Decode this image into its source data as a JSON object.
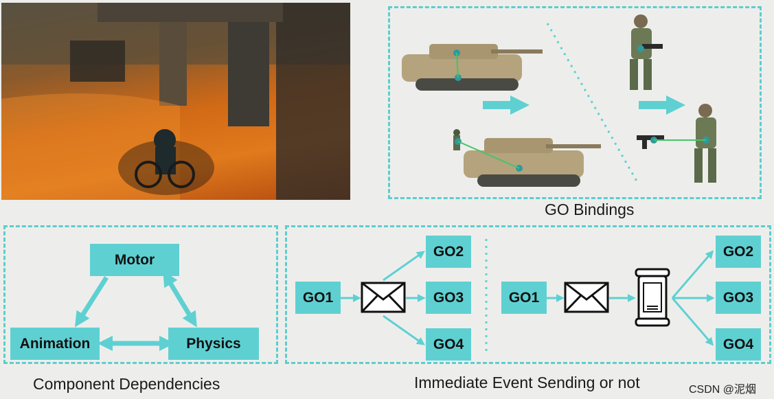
{
  "colors": {
    "teal": "#5fd0d2",
    "background": "#edeeeb",
    "green_link": "#44c36a"
  },
  "go_bindings": {
    "caption": "GO Bindings"
  },
  "component_dependencies": {
    "caption": "Component Dependencies",
    "motor": "Motor",
    "animation": "Animation",
    "physics": "Physics"
  },
  "event_sending": {
    "caption": "Immediate Event Sending or not",
    "left": {
      "source": "GO1",
      "targets": [
        "GO2",
        "GO3",
        "GO4"
      ]
    },
    "right": {
      "source": "GO1",
      "targets": [
        "GO2",
        "GO3",
        "GO4"
      ]
    },
    "icons": [
      "envelope-icon",
      "envelope-icon",
      "event-queue-icon"
    ]
  },
  "watermark": "CSDN @泥烟"
}
